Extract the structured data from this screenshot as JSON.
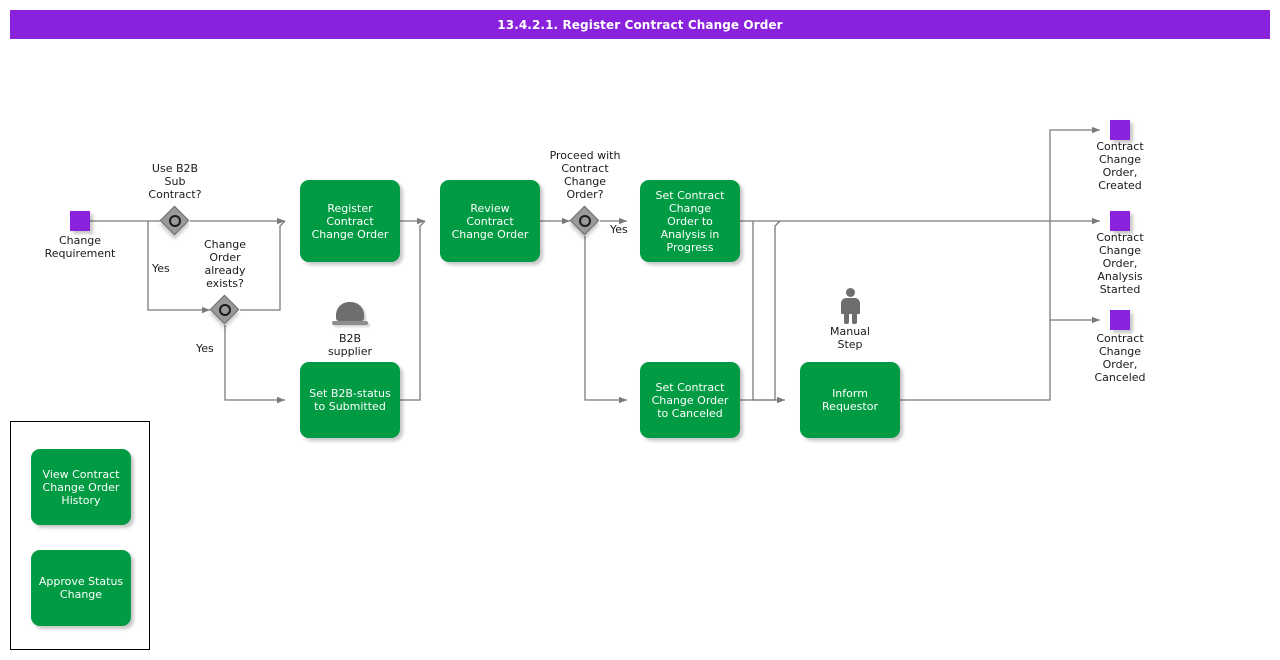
{
  "header": {
    "title": "13.4.2.1. Register Contract Change Order",
    "bar_color": "#8A22DD",
    "text_color": "#FFFFFF"
  },
  "theme": {
    "task_color": "#009B43",
    "event_color": "#8A22DD",
    "gateway_color": "#9A9A9A",
    "icon_color": "#6E6E6E",
    "connector_color": "#7A7A7A",
    "canvas_background": "#FFFFFF"
  },
  "diagram": {
    "type": "bpmn-process-flow",
    "start_events": [
      {
        "id": "start-change-requirement",
        "label": "Change\nRequirement"
      }
    ],
    "gateways": [
      {
        "id": "gw-use-b2b-sub-contract",
        "label": "Use B2B\nSub\nContract?",
        "kind": "event-based"
      },
      {
        "id": "gw-change-order-already-exists",
        "label": "Change\nOrder\nalready\nexists?",
        "kind": "event-based"
      },
      {
        "id": "gw-proceed-with-contract-change-order",
        "label": "Proceed with\nContract\nChange\nOrder?",
        "kind": "event-based"
      }
    ],
    "tasks": [
      {
        "id": "task-register-contract-change-order",
        "label": "Register\nContract\nChange Order"
      },
      {
        "id": "task-set-b2b-status-to-submitted",
        "label": "Set B2B-status\nto Submitted"
      },
      {
        "id": "task-review-contract-change-order",
        "label": "Review\nContract\nChange Order"
      },
      {
        "id": "task-set-cco-to-analysis-in-progress",
        "label": "Set Contract\nChange\nOrder to\nAnalysis in\nProgress"
      },
      {
        "id": "task-set-cco-to-canceled",
        "label": "Set Contract\nChange Order\nto Canceled"
      },
      {
        "id": "task-inform-requestor",
        "label": "Inform\nRequestor"
      }
    ],
    "end_events": [
      {
        "id": "end-cco-created",
        "label": "Contract\nChange\nOrder,\nCreated"
      },
      {
        "id": "end-cco-analysis-started",
        "label": "Contract\nChange\nOrder,\nAnalysis\nStarted"
      },
      {
        "id": "end-cco-canceled",
        "label": "Contract\nChange\nOrder,\nCanceled"
      }
    ],
    "participants": [
      {
        "id": "participant-b2b-supplier",
        "label": "B2B\nsupplier",
        "icon": "supplier-dome-icon"
      },
      {
        "id": "participant-manual-step",
        "label": "Manual\nStep",
        "icon": "person-icon"
      }
    ],
    "flow_labels": [
      {
        "id": "flow-label-yes-1",
        "text": "Yes"
      },
      {
        "id": "flow-label-yes-2",
        "text": "Yes"
      },
      {
        "id": "flow-label-yes-3",
        "text": "Yes"
      }
    ]
  },
  "legend": {
    "id": "related-actions-box",
    "items": [
      {
        "id": "action-view-contract-change-order-history",
        "label": "View Contract\nChange Order\nHistory"
      },
      {
        "id": "action-approve-status-change",
        "label": "Approve Status\nChange"
      }
    ]
  }
}
